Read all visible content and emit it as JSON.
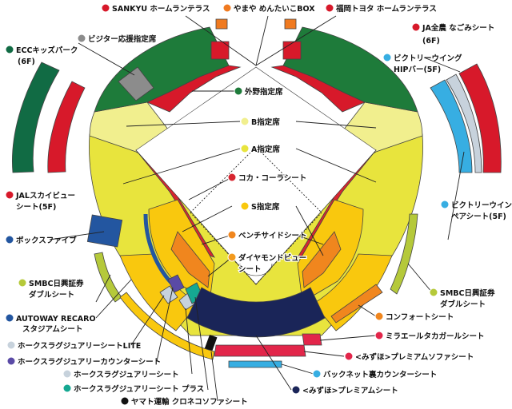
{
  "colors": {
    "outfield": "#1e7b3a",
    "b_seat": "#f1ef8e",
    "a_seat": "#e8e43d",
    "s_seat": "#f9c80e",
    "coca_cola": "#d72630",
    "bench_side": "#f0861e",
    "diamond": "#f39a1e",
    "navy": "#1a2558",
    "red": "#d7192a",
    "light_blue": "#37aee2",
    "teal": "#15a892",
    "violet": "#5a4aa6",
    "silver": "#c7d2dc",
    "blue_box": "#2356a0",
    "gray": "#8c8c8c",
    "orange_box": "#f07a20",
    "dark_green": "#116b44",
    "olive": "#b5c93a",
    "black": "#111111",
    "pink": "#e2264a"
  },
  "labels": {
    "sankyu": "SANKYU ホームランテラス",
    "yamaya": "やまや めんたいこBOX",
    "fukuoka_toyota": "福岡トヨタ ホームランテラス",
    "ecc_1": "ECCキッズパーク",
    "ecc_2": "(6F)",
    "visitor": "ビジター応援指定席",
    "ja_1": "JA全農 なごみシート",
    "ja_2": "(6F)",
    "victory_hip_1": "ビクトリーウイング",
    "victory_hip_2": "HIPバー(5F)",
    "outfield": "外野指定席",
    "b_seat": "B指定席",
    "a_seat": "A指定席",
    "coca": "コカ・コーラシート",
    "jal_1": "JALスカイビュー",
    "jal_2": "シート(5F)",
    "victory_pair_1": "ビクトリーウイング",
    "victory_pair_2": "ペアシート(5F)",
    "s_seat": "S指定席",
    "box5": "ボックスファイブ",
    "bench": "ベンチサイドシート",
    "diamond_1": "ダイヤモンドビュー",
    "diamond_2": "シート",
    "smbc_left_1": "SMBC日興証券",
    "smbc_left_2": "ダブルシート",
    "smbc_right_1": "SMBC日興証券",
    "smbc_right_2": "ダブルシート",
    "autoway_1": "AUTOWAY RECARO",
    "autoway_2": "スタジアムシート",
    "comfort": "コンフォートシート",
    "lite": "ホークスラグジュアリーシートLITE",
    "mirail": "ミラエールタカガールシート",
    "luxury_counter": "ホークスラグジュアリーカウンターシート",
    "mizuho_sofa": "<みずほ>プレミアムソファシート",
    "luxury": "ホークスラグジュアリーシート",
    "backnet": "バックネット裏カウンターシート",
    "luxury_plus": "ホークスラグジュアリーシート プラス",
    "mizuho_premium": "<みずほ>プレミアムシート",
    "yamato": "ヤマト運輸 クロネコソファシート"
  }
}
